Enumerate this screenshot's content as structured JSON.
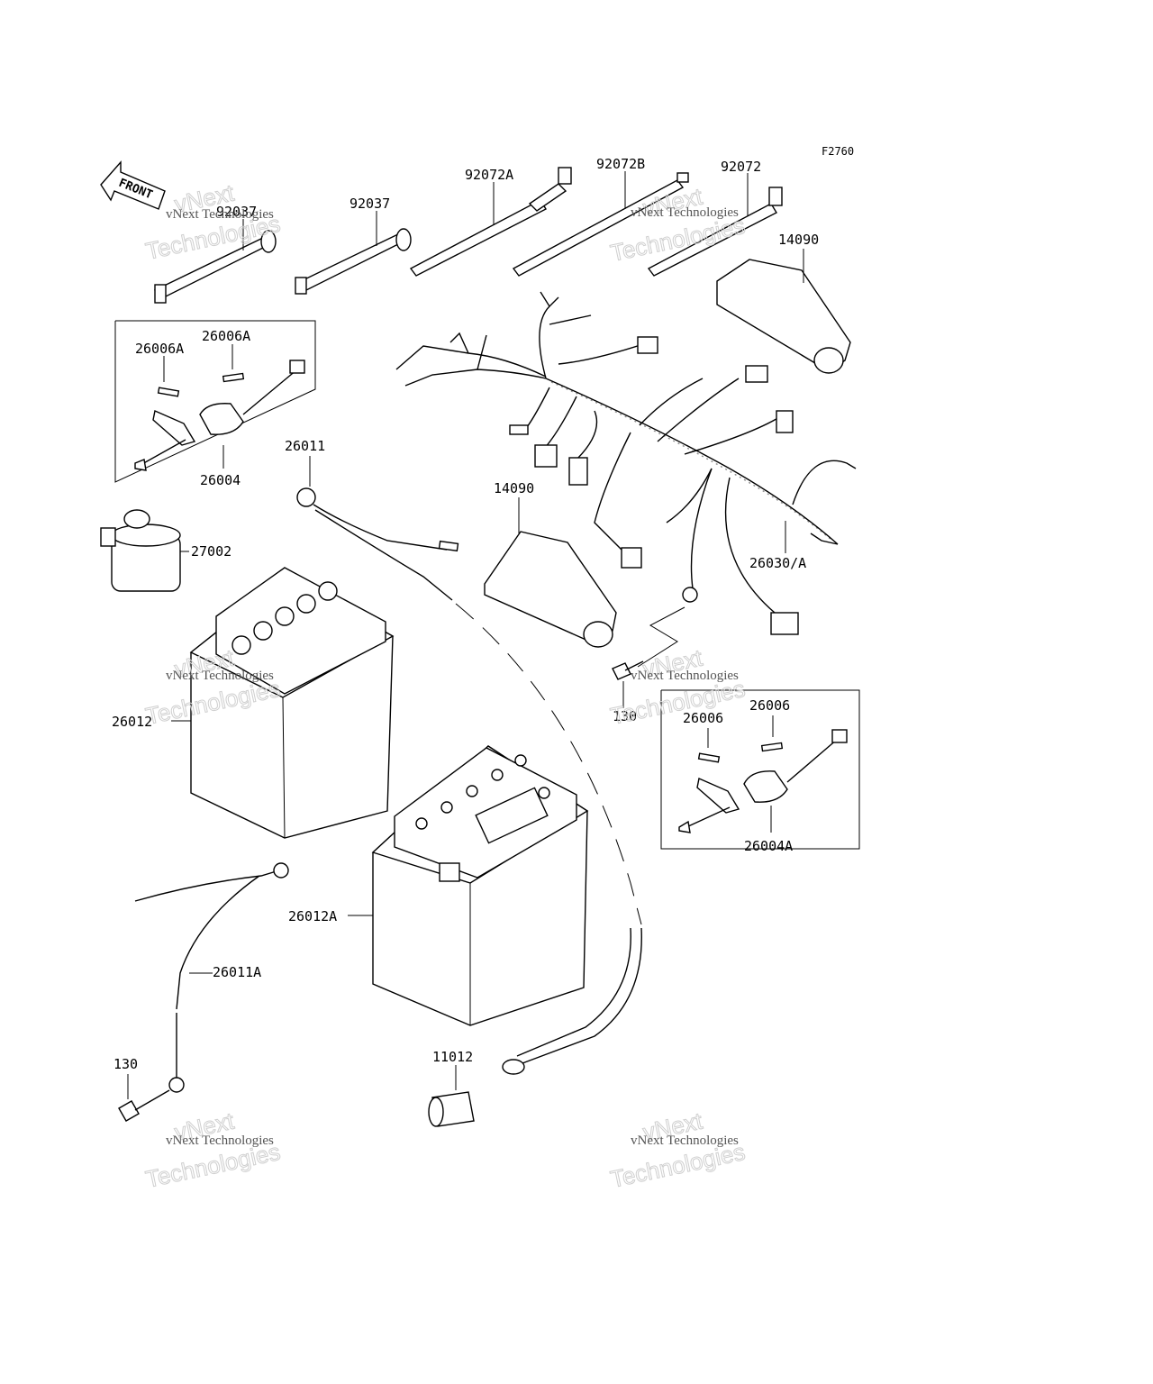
{
  "figure_code": "F2760",
  "front_label": "FRONT",
  "watermark": {
    "line1": "vNext",
    "line2": "vNext Technologies",
    "line3": "Technologies"
  },
  "callouts": [
    {
      "id": "92037_l",
      "text": "92037"
    },
    {
      "id": "92037_r",
      "text": "92037"
    },
    {
      "id": "92072A",
      "text": "92072A"
    },
    {
      "id": "92072B",
      "text": "92072B"
    },
    {
      "id": "92072",
      "text": "92072"
    },
    {
      "id": "14090_t",
      "text": "14090"
    },
    {
      "id": "26006A_l",
      "text": "26006A"
    },
    {
      "id": "26006A_r",
      "text": "26006A"
    },
    {
      "id": "26004",
      "text": "26004"
    },
    {
      "id": "26011",
      "text": "26011"
    },
    {
      "id": "27002",
      "text": "27002"
    },
    {
      "id": "14090_m",
      "text": "14090"
    },
    {
      "id": "26030A",
      "text": "26030/A"
    },
    {
      "id": "26012",
      "text": "26012"
    },
    {
      "id": "130_m",
      "text": "130"
    },
    {
      "id": "26006_l",
      "text": "26006"
    },
    {
      "id": "26006_r",
      "text": "26006"
    },
    {
      "id": "26004A",
      "text": "26004A"
    },
    {
      "id": "26012A",
      "text": "26012A"
    },
    {
      "id": "26011A",
      "text": "26011A"
    },
    {
      "id": "130_b",
      "text": "130"
    },
    {
      "id": "11012",
      "text": "11012"
    }
  ]
}
